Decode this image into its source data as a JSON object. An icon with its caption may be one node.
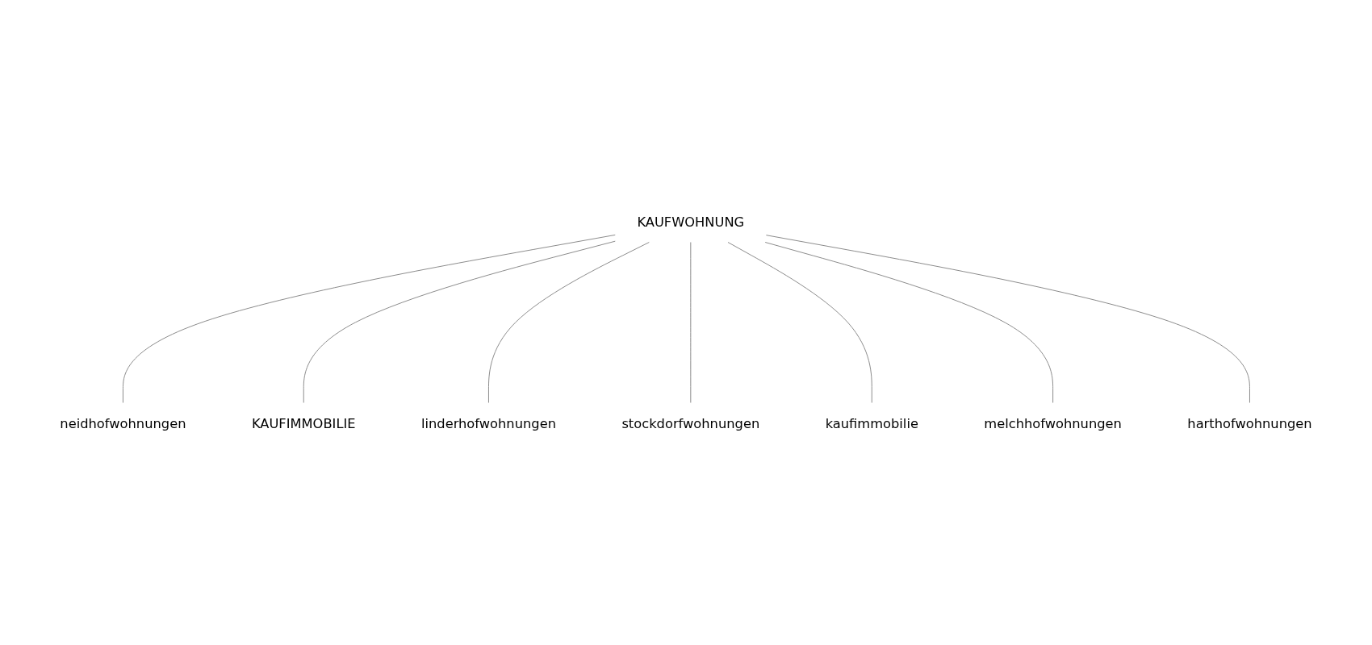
{
  "diagram": {
    "nodes": [
      {
        "text": [
          "neidhofwohnungen"
        ]
      },
      {
        "text": [
          "KAUFIMMOBILIE"
        ]
      },
      {
        "text": [
          "linderhofwohnungen"
        ]
      },
      {
        "text": [
          "stockdorfwohnungen"
        ]
      },
      {
        "text": [
          "KAUFWOHNUNG"
        ]
      },
      {
        "text": [
          "kaufimmobilie"
        ]
      },
      {
        "text": [
          "melchhofwohnungen"
        ]
      },
      {
        "text": [
          "harthofwohnungen"
        ]
      }
    ],
    "edges": [
      {
        "from": 4,
        "to": 0,
        "arrow": "none"
      },
      {
        "from": 4,
        "to": 1,
        "arrow": "none"
      },
      {
        "from": 4,
        "to": 2,
        "arrow": "none"
      },
      {
        "from": 4,
        "to": 3,
        "arrow": "none"
      },
      {
        "from": 4,
        "to": 5,
        "arrow": "none"
      },
      {
        "from": 4,
        "to": 6,
        "arrow": "none"
      },
      {
        "from": 4,
        "to": 7,
        "arrow": "none"
      }
    ]
  }
}
